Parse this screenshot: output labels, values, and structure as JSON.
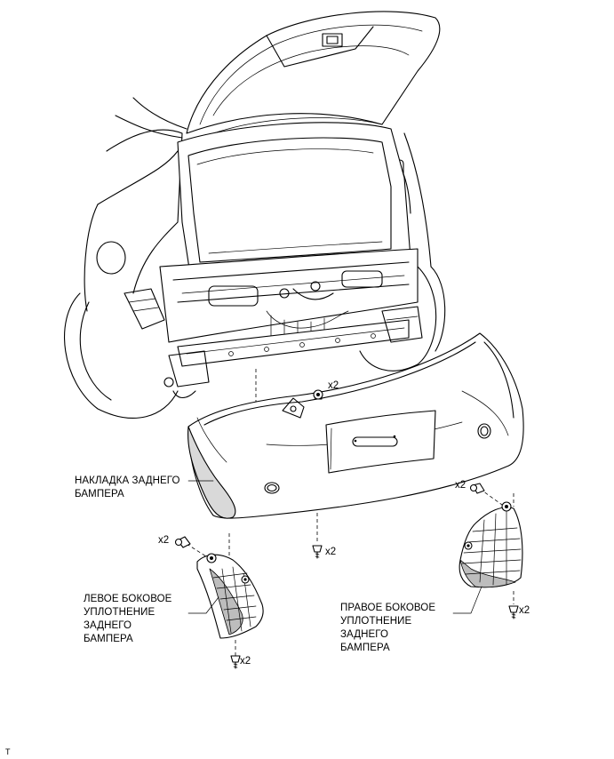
{
  "labels": {
    "cover": "НАКЛАДКА ЗАДНЕГО\nБАМПЕРА",
    "left_seal": "ЛЕВОЕ БОКОВОЕ\nУПЛОТНЕНИЕ\nЗАДНЕГО\nБАМПЕРА",
    "right_seal": "ПРАВОЕ БОКОВОЕ\nУПЛОТНЕНИЕ\nЗАДНЕГО\nБАМПЕРА"
  },
  "quantities": {
    "center_clip": "x2",
    "center_screw": "x2",
    "left_upper_clip": "x2",
    "left_lower_screw": "x2",
    "right_upper_clip": "x2",
    "right_lower_screw": "x2"
  },
  "footer_mark": "T"
}
